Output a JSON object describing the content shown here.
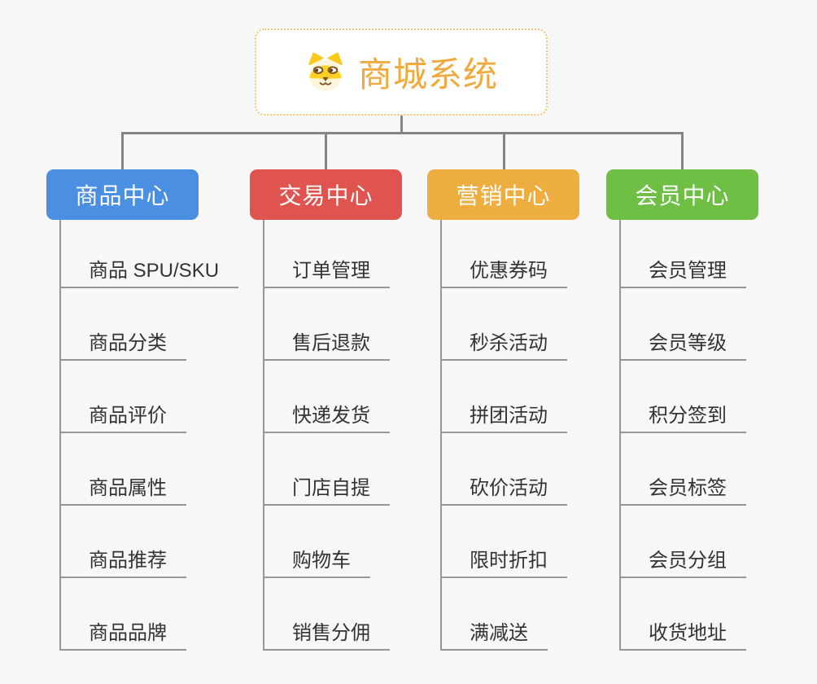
{
  "root": {
    "title": "商城系统",
    "icon": "dog-icon",
    "text_color": "#f0a93c",
    "border_color": "#f3c273",
    "background": "#ffffff"
  },
  "theme": {
    "background": "#f7f7f7",
    "connector_color": "#848484",
    "leaf_line_color": "#979797",
    "leaf_text_color": "#333333"
  },
  "branches": [
    {
      "label": "商品中心",
      "color": "#4b8fe2",
      "children": [
        "商品 SPU/SKU",
        "商品分类",
        "商品评价",
        "商品属性",
        "商品推荐",
        "商品品牌"
      ]
    },
    {
      "label": "交易中心",
      "color": "#e05450",
      "children": [
        "订单管理",
        "售后退款",
        "快递发货",
        "门店自提",
        "购物车",
        "销售分佣"
      ]
    },
    {
      "label": "营销中心",
      "color": "#eead3f",
      "children": [
        "优惠券码",
        "秒杀活动",
        "拼团活动",
        "砍价活动",
        "限时折扣",
        "满减送"
      ]
    },
    {
      "label": "会员中心",
      "color": "#70bf45",
      "children": [
        "会员管理",
        "会员等级",
        "积分签到",
        "会员标签",
        "会员分组",
        "收货地址"
      ]
    }
  ]
}
